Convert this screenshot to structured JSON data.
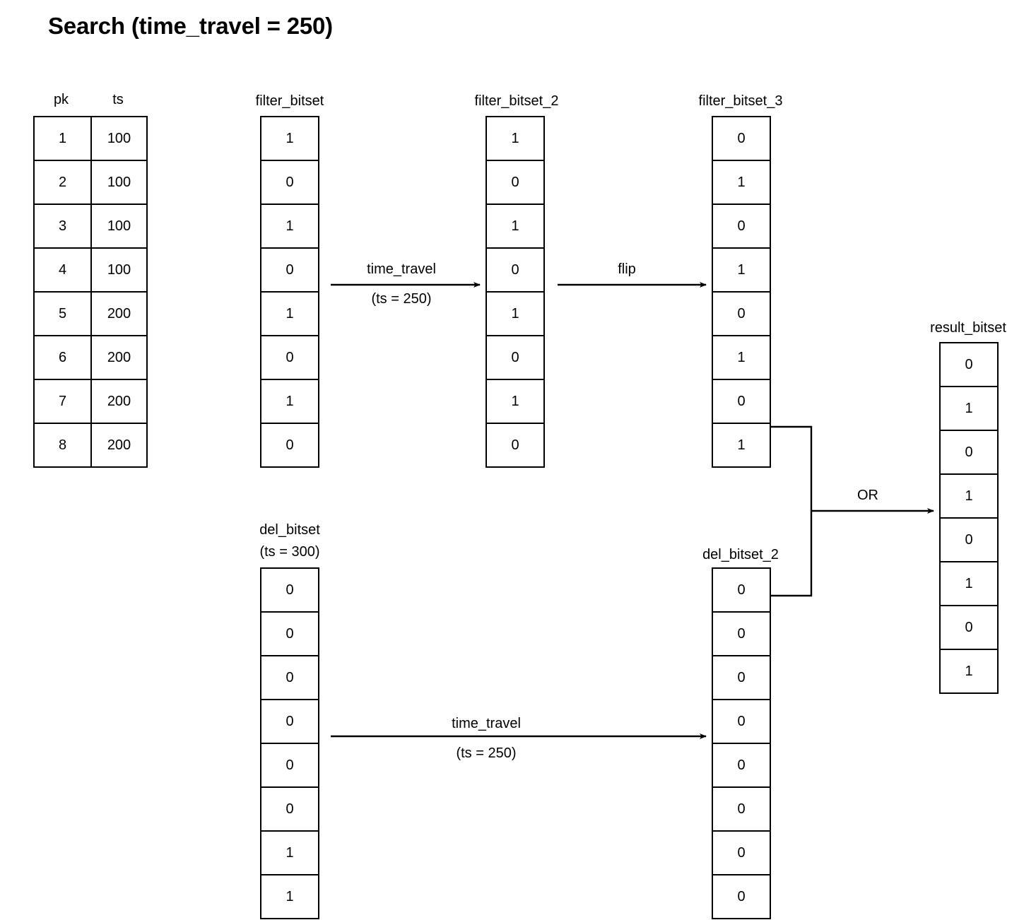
{
  "title": "Search (time_travel = 250)",
  "source_table": {
    "name": "source-table",
    "headers": [
      "pk",
      "ts"
    ],
    "rows": [
      [
        "1",
        "100"
      ],
      [
        "2",
        "100"
      ],
      [
        "3",
        "100"
      ],
      [
        "4",
        "100"
      ],
      [
        "5",
        "200"
      ],
      [
        "6",
        "200"
      ],
      [
        "7",
        "200"
      ],
      [
        "8",
        "200"
      ]
    ]
  },
  "bitsets": {
    "filter_bitset": {
      "label": "filter_bitset",
      "values": [
        "1",
        "0",
        "1",
        "0",
        "1",
        "0",
        "1",
        "0"
      ]
    },
    "filter_bitset_2": {
      "label": "filter_bitset_2",
      "values": [
        "1",
        "0",
        "1",
        "0",
        "1",
        "0",
        "1",
        "0"
      ]
    },
    "filter_bitset_3": {
      "label": "filter_bitset_3",
      "values": [
        "0",
        "1",
        "0",
        "1",
        "0",
        "1",
        "0",
        "1"
      ]
    },
    "del_bitset": {
      "label": "del_bitset",
      "sublabel": "(ts = 300)",
      "values": [
        "0",
        "0",
        "0",
        "0",
        "0",
        "0",
        "1",
        "1"
      ]
    },
    "del_bitset_2": {
      "label": "del_bitset_2",
      "values": [
        "0",
        "0",
        "0",
        "0",
        "0",
        "0",
        "0",
        "0"
      ]
    },
    "result_bitset": {
      "label": "result_bitset",
      "values": [
        "0",
        "1",
        "0",
        "1",
        "0",
        "1",
        "0",
        "1"
      ]
    }
  },
  "arrows": {
    "time_travel_top": {
      "line1": "time_travel",
      "line2": "(ts = 250)"
    },
    "flip": {
      "line1": "flip"
    },
    "time_travel_bottom": {
      "line1": "time_travel",
      "line2": "(ts = 250)"
    },
    "or": {
      "line1": "OR"
    }
  },
  "colors": {
    "stroke": "#000000",
    "background": "#ffffff"
  }
}
